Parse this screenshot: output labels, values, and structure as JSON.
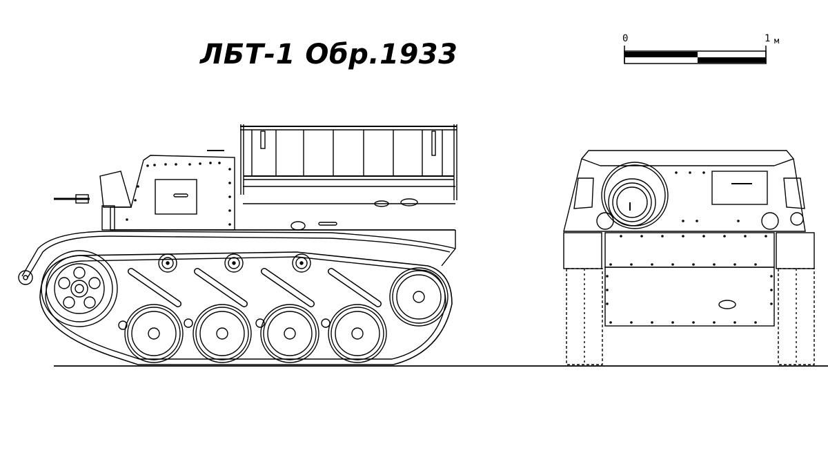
{
  "title": "ЛБТ-1 Обр.1933",
  "scale_bar": {
    "start_label": "0",
    "end_label": "1",
    "unit": "м"
  },
  "views": [
    {
      "name": "side-view",
      "label": ""
    },
    {
      "name": "front-view",
      "label": ""
    }
  ],
  "colors": {
    "line": "#000000",
    "background": "#ffffff"
  }
}
